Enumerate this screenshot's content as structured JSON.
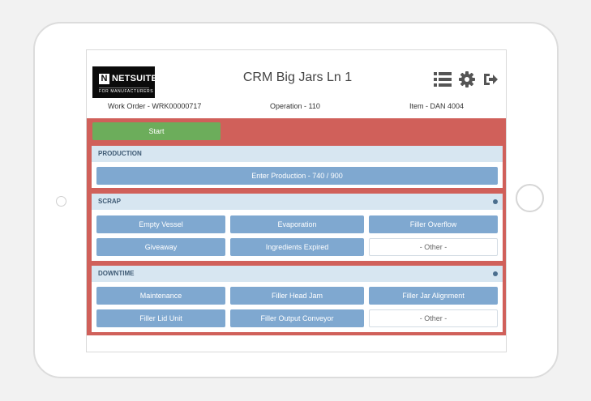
{
  "header": {
    "logo_brand_bold": "NETSUITE",
    "logo_mark": "N",
    "logo_subtitle": "FOR MANUFACTURERS",
    "title": "CRM Big Jars Ln 1",
    "icons": [
      "list-icon",
      "gear-icon",
      "exit-icon"
    ]
  },
  "info_bar": {
    "work_order": "Work Order - WRK00000717",
    "operation": "Operation - 110",
    "item": "Item - DAN 4004"
  },
  "actions": {
    "start_label": "Start"
  },
  "production": {
    "heading": "PRODUCTION",
    "enter_label": "Enter Production - 740 / 900"
  },
  "scrap": {
    "heading": "SCRAP",
    "buttons": [
      "Empty Vessel",
      "Evaporation",
      "Filler Overflow",
      "Giveaway",
      "Ingredients Expired",
      "- Other -"
    ]
  },
  "downtime": {
    "heading": "DOWNTIME",
    "buttons": [
      "Maintenance",
      "Filler Head Jam",
      "Filler Jar Alignment",
      "Filler Lid Unit",
      "Filler Output Conveyor",
      "- Other -"
    ]
  },
  "colors": {
    "accent_red": "#d0605a",
    "start_green": "#6cad5b",
    "button_blue": "#7fa8d0",
    "section_header": "#d7e6f1"
  }
}
